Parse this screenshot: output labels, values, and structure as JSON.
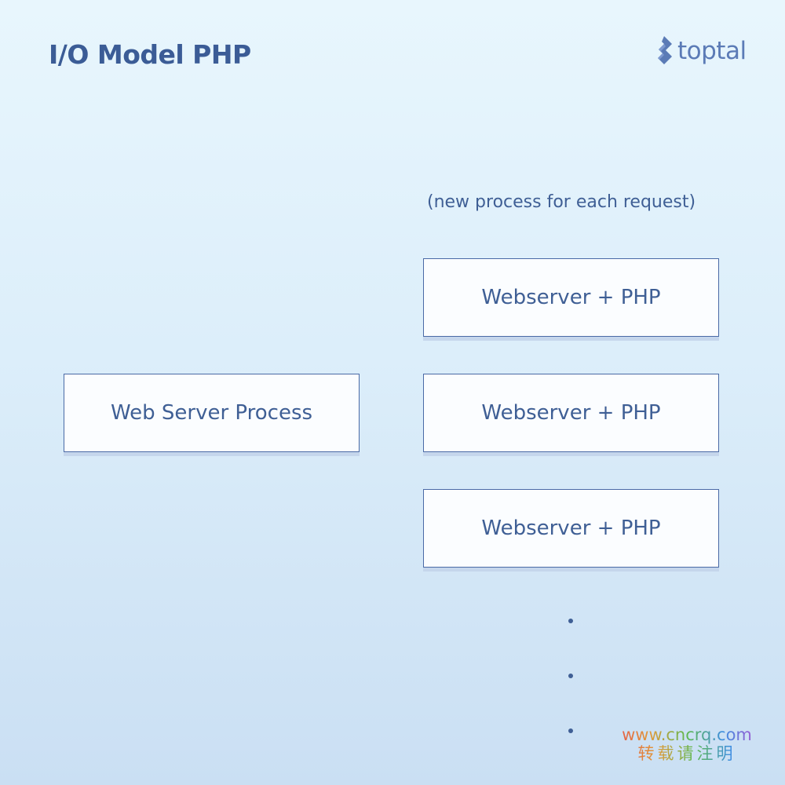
{
  "title": "I/O Model PHP",
  "logo": {
    "icon": "toptal-logo-icon",
    "text": "toptal",
    "color": "#5b7bb6"
  },
  "note": "(new process for each request)",
  "server_box": {
    "label": "Web Server Process"
  },
  "process_boxes": [
    {
      "label": "Webserver + PHP"
    },
    {
      "label": "Webserver + PHP"
    },
    {
      "label": "Webserver + PHP"
    }
  ],
  "continuation_dots": 3,
  "watermark": {
    "url": "www.cncrq.com",
    "text": "转载请注明"
  },
  "colors": {
    "text": "#3f5f95",
    "box_border": "#4a6aa6",
    "box_fill": "#fbfdff",
    "background_top": "#e8f6fd",
    "background_bottom": "#cadff3"
  }
}
